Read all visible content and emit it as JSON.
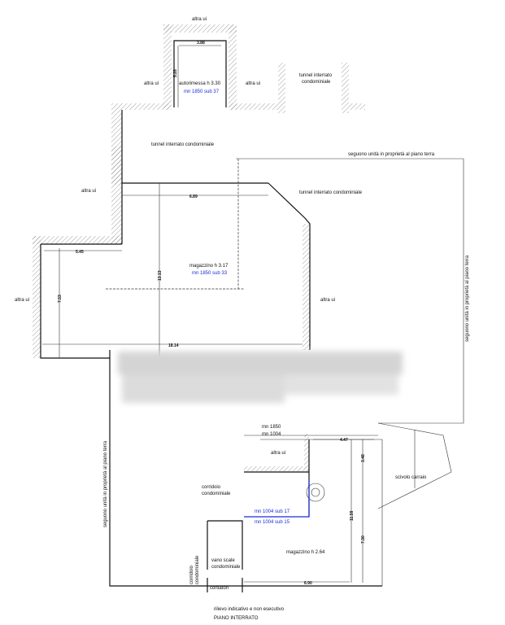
{
  "labels": {
    "altra_ui": "altra ui",
    "autorimessa": "autorimessa h 3.30",
    "autorimessa_ref": "mn 1850 sub 37",
    "tunnel": "tunnel interrato condominiale",
    "tunnel_l1": "tunnel interrato",
    "tunnel_l2": "condominiale",
    "seguono_top": "seguono unità in proprietà al piano terra",
    "seguono_right": "seguono unità in proprietà al piano terra",
    "seguono_left": "seguono unità in proprietà al piano terra",
    "magazzino1": "magazzino h 3.17",
    "magazzino1_ref": "mn 1850 sub 33",
    "mn1850": "mn 1850",
    "mn1004": "mn 1004",
    "corridoio_l1": "corridoio",
    "corridoio_l2": "condominiale",
    "sub17": "mn 1004 sub 17",
    "sub15": "mn 1004 sub 15",
    "vano_l1": "vano scale",
    "vano_l2": "condominiale",
    "corridoio_v1": "corridoio",
    "corridoio_v2": "condominiale",
    "contatori": "contatori",
    "magazzino2": "magazzino h 2.64",
    "scivolo": "scivolo carraio",
    "note": "rilievo indicativo e non esecutivo",
    "title": "PIANO INTERRATO"
  },
  "dimensions": {
    "garage_width": "3.88",
    "garage_depth": "5.28",
    "d_689": "6.89",
    "d_545": "5.45",
    "d_753": "7.53",
    "d_1313": "13.13",
    "d_1814": "18.14",
    "d_447": "4.47",
    "d_348": "3.48",
    "d_1158": "11.58",
    "d_730": "7.30",
    "d_690": "6.90"
  },
  "colors": {
    "unit_ref": "#1a2bd6",
    "wall": "#111111"
  }
}
